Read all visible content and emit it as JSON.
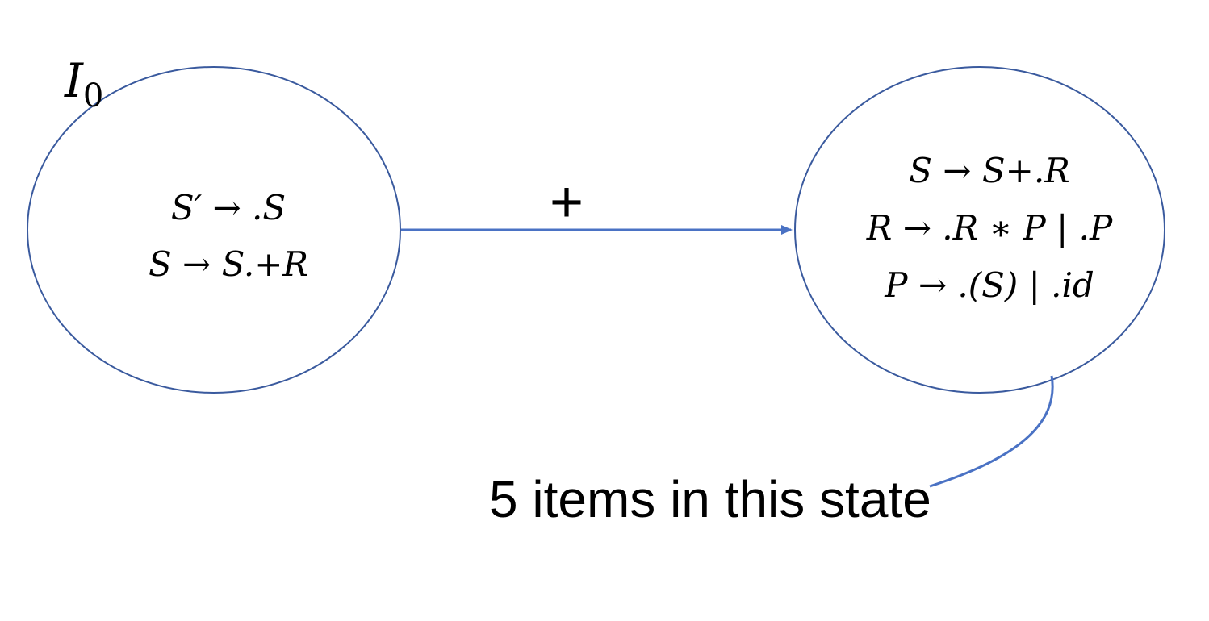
{
  "colors": {
    "node_stroke": "#3a5a9e",
    "edge_stroke": "#4a72c4",
    "text": "#000000",
    "background": "#ffffff"
  },
  "states": [
    {
      "id": "I0",
      "label": "I",
      "label_subscript": "0",
      "items": [
        "S′ → .S",
        "S →  S.+R"
      ]
    },
    {
      "id": "I_next",
      "items": [
        "S →  S+.R",
        "R → .R ∗ P | .P",
        "P → .(S) | .id"
      ]
    }
  ],
  "transition": {
    "from": "I0",
    "to": "I_next",
    "symbol": "+"
  },
  "note": {
    "text": "5 items in this state",
    "target": "I_next"
  }
}
